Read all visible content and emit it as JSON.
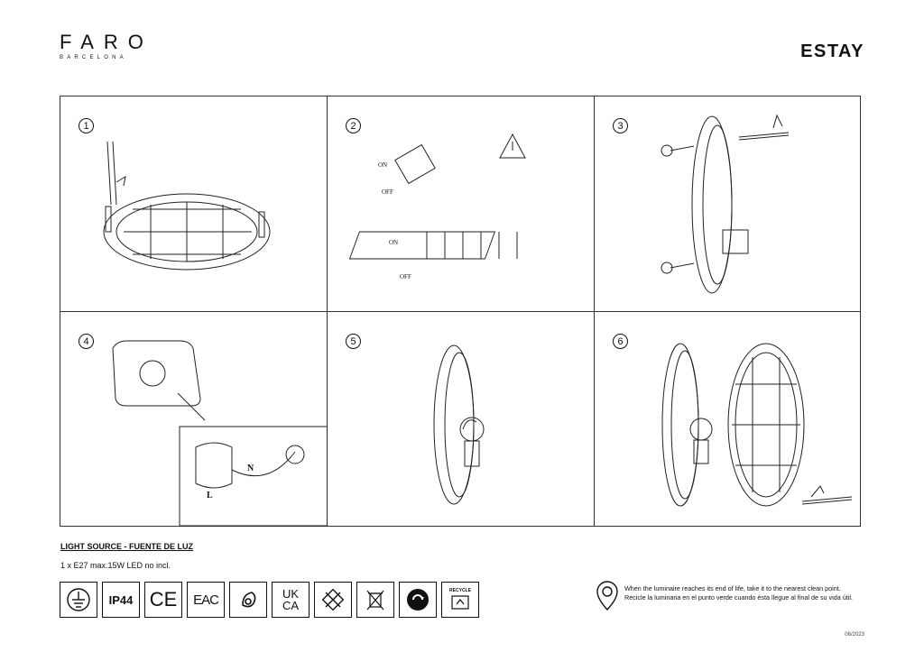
{
  "brand": {
    "name": "FARO",
    "sub": "BARCELONA"
  },
  "model": "ESTAY",
  "steps": [
    {
      "number": "1"
    },
    {
      "number": "2",
      "label_on_top": "ON",
      "label_off_top": "OFF",
      "label_on_bottom": "ON",
      "label_off_bottom": "OFF"
    },
    {
      "number": "3"
    },
    {
      "number": "4",
      "wire_n": "N",
      "wire_l": "L"
    },
    {
      "number": "5"
    },
    {
      "number": "6"
    }
  ],
  "light_source": {
    "title": "LIGHT SOURCE - FUENTE DE LUZ",
    "text": "1 x E27 max.15W LED no incl."
  },
  "certifications": [
    {
      "icon": "ground-symbol-icon"
    },
    {
      "icon": "ip44-icon",
      "text": "IP44"
    },
    {
      "icon": "ce-mark-icon",
      "text": "CE"
    },
    {
      "icon": "eac-mark-icon",
      "text": "EAC"
    },
    {
      "icon": "lamp-replaceable-icon"
    },
    {
      "icon": "ukca-mark-icon",
      "text_top": "UK",
      "text_bottom": "CA"
    },
    {
      "icon": "weee-bin-icon"
    },
    {
      "icon": "crossed-bin-icon"
    },
    {
      "icon": "green-dot-icon"
    },
    {
      "icon": "recycle-box-icon",
      "text": "RECYCLE"
    }
  ],
  "recycle_notice": {
    "line_en": "When the luminaire reaches its end of life, take it to the nearest clean point.",
    "line_es": "Recicle la luminaria en el punto verde cuando ésta llegue al final de su vida útil."
  },
  "date": "06/2023"
}
